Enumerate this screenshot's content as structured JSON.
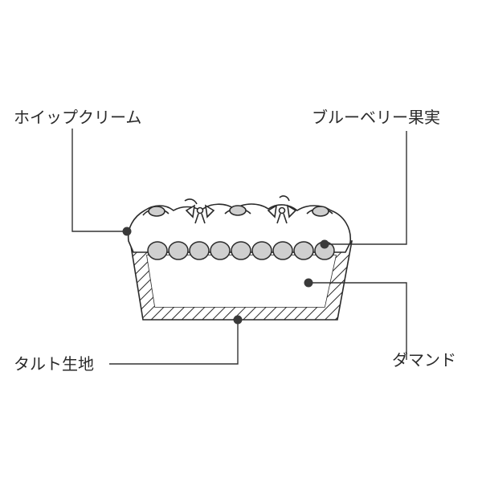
{
  "labels": {
    "whipped_cream": "ホイップクリーム",
    "blueberry": "ブルーベリー果実",
    "tart_base": "タルト生地",
    "almond_cream": "ダマンド"
  },
  "colors": {
    "line": "#333333",
    "berry_fill": "#cfcfcf",
    "cream_fill": "#ffffff",
    "hatch": "#2a2a2a"
  }
}
